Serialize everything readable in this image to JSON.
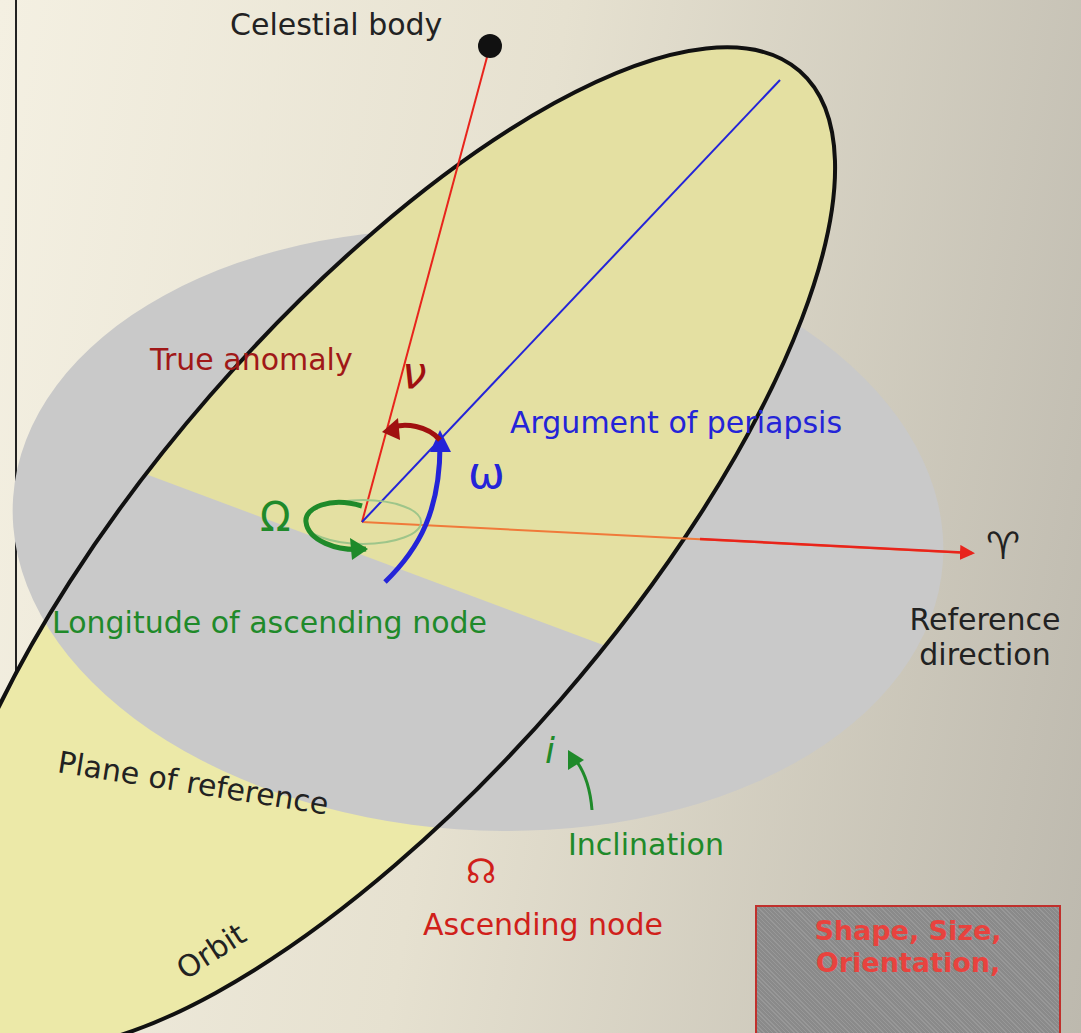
{
  "diagram": {
    "nodes": [
      {
        "text": [
          "Shape, Size, Orientation,"
        ]
      }
    ],
    "labels": [
      "Celestial body",
      "True anomaly",
      "ν",
      "Argument of periapsis",
      "ω",
      "Ω",
      "Longitude of ascending node",
      "♈",
      "Reference direction",
      "Plane of reference",
      "i",
      "Inclination",
      "☊",
      "Ascending node",
      "Orbit"
    ]
  }
}
